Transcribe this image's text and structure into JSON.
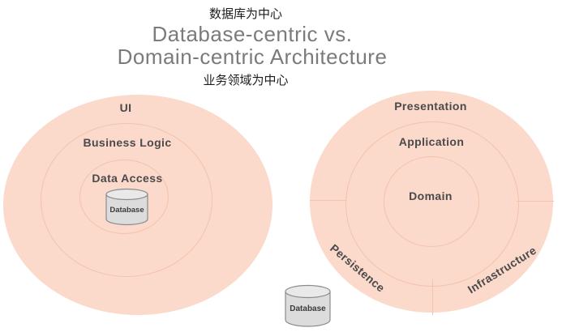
{
  "titles": {
    "top_cn": "数据库为中心",
    "main_line1": "Database-centric vs.",
    "main_line2": "Domain-centric Architecture",
    "bottom_cn": "业务领域为中心"
  },
  "left_diagram": {
    "name": "Database-centric architecture onion",
    "rings": [
      {
        "label": "UI"
      },
      {
        "label": "Business Logic"
      },
      {
        "label": "Data Access"
      }
    ],
    "database_label": "Database"
  },
  "right_diagram": {
    "name": "Domain-centric architecture onion",
    "rings": [
      {
        "label": "Presentation"
      },
      {
        "label": "Application"
      },
      {
        "label": "Domain"
      }
    ],
    "outer_sections": [
      {
        "label": "Persistence"
      },
      {
        "label": "Infrastructure"
      }
    ],
    "database_label": "Database"
  },
  "colors": {
    "circle_fill": "#fbd9cb",
    "ring_stroke": "#f3c3ab",
    "title_gray": "#7b7b7b",
    "label_dark": "#4a4a4a",
    "cylinder_fill": "#dcdcdc",
    "cylinder_top": "#e9e9e9",
    "cylinder_stroke": "#8c8c8c"
  }
}
